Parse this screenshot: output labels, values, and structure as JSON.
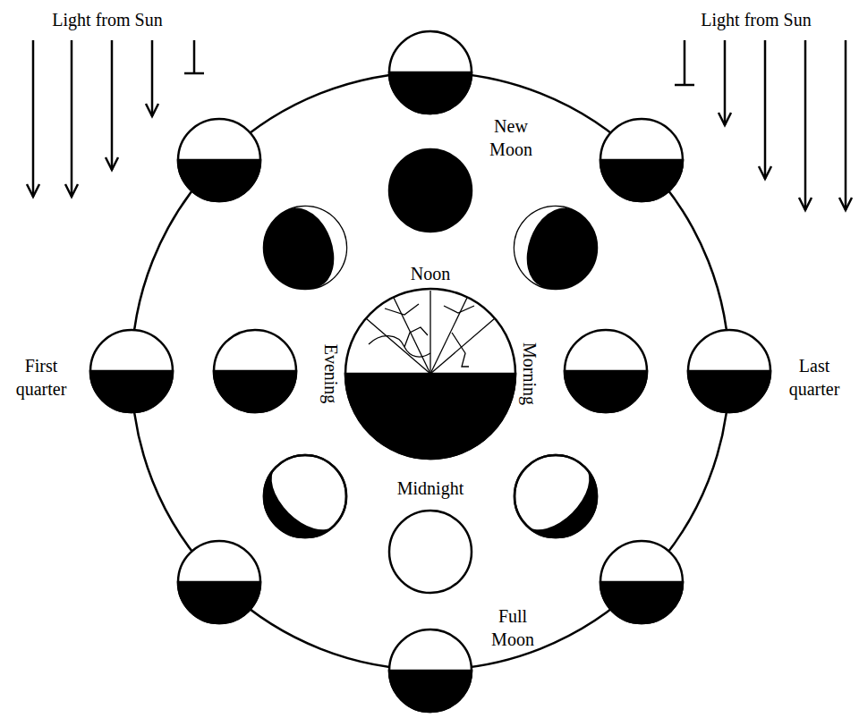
{
  "diagram": {
    "labels": [
      "Light from Sun",
      "Light from Sun",
      "New Moon",
      "Noon",
      "Evening",
      "Morning",
      "First quarter",
      "Last quarter",
      "Midnight",
      "Full Moon"
    ]
  }
}
